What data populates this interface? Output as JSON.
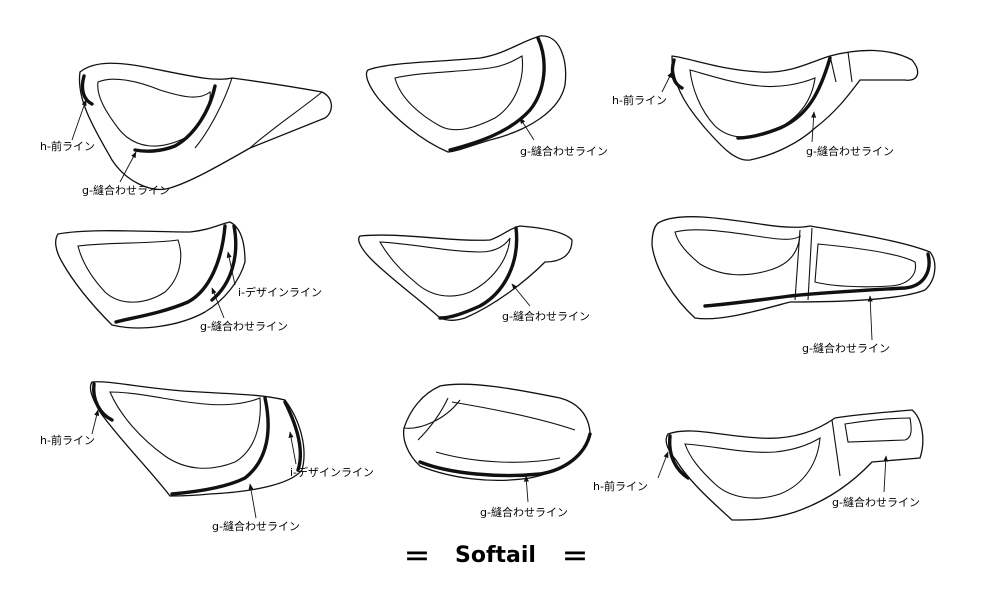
{
  "labels": {
    "h": "h-前ライン",
    "g": "g-縫合わせライン",
    "i": "i-デザインライン"
  },
  "title": "Softail",
  "title_decoration": "＝"
}
